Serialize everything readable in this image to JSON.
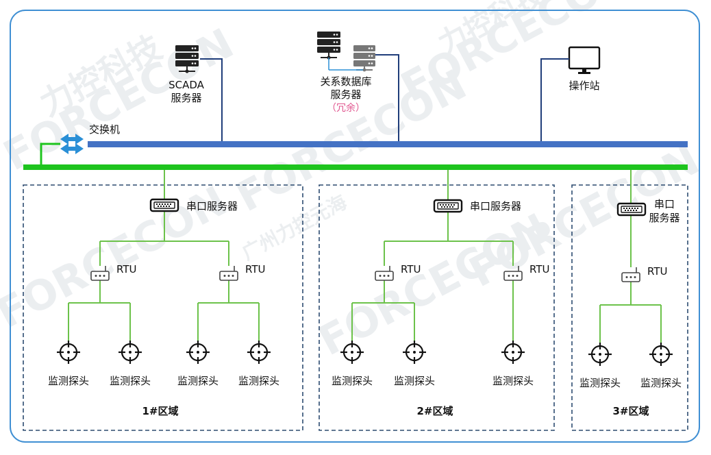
{
  "watermark": {
    "brand": "FORCECON",
    "cn": "力控科技",
    "sub": "广州力控元海"
  },
  "network": {
    "switch_label": "交换机",
    "scada": {
      "line1": "SCADA",
      "line2": "服务器"
    },
    "database": {
      "line1": "关系数据库",
      "line2": "服务器",
      "note": "（冗余）"
    },
    "workstation": "操作站"
  },
  "zones": [
    {
      "name": "1#区域",
      "serial_server": "串口服务器",
      "rtus": [
        {
          "label": "RTU",
          "probes": [
            "监测探头",
            "监测探头"
          ]
        },
        {
          "label": "RTU",
          "probes": [
            "监测探头",
            "监测探头"
          ]
        }
      ]
    },
    {
      "name": "2#区域",
      "serial_server": "串口服务器",
      "rtus": [
        {
          "label": "RTU",
          "probes": [
            "监测探头",
            "监测探头"
          ]
        },
        {
          "label": "RTU",
          "probes": [
            "监测探头"
          ]
        }
      ]
    },
    {
      "name": "3#区域",
      "serial_server": {
        "line1": "串口",
        "line2": "服务器"
      },
      "rtus": [
        {
          "label": "RTU",
          "probes": [
            "监测探头",
            "监测探头"
          ]
        }
      ]
    }
  ],
  "colors": {
    "border": "#3f8fd3",
    "ethernet": "#4472c4",
    "fieldbus": "#1ec41e",
    "wire_green": "#6cc24a",
    "wire_blue": "#1f3d7a",
    "zone_border": "#2b4a6f",
    "switch_icon": "#2a8fd6",
    "note": "#e0568f"
  }
}
